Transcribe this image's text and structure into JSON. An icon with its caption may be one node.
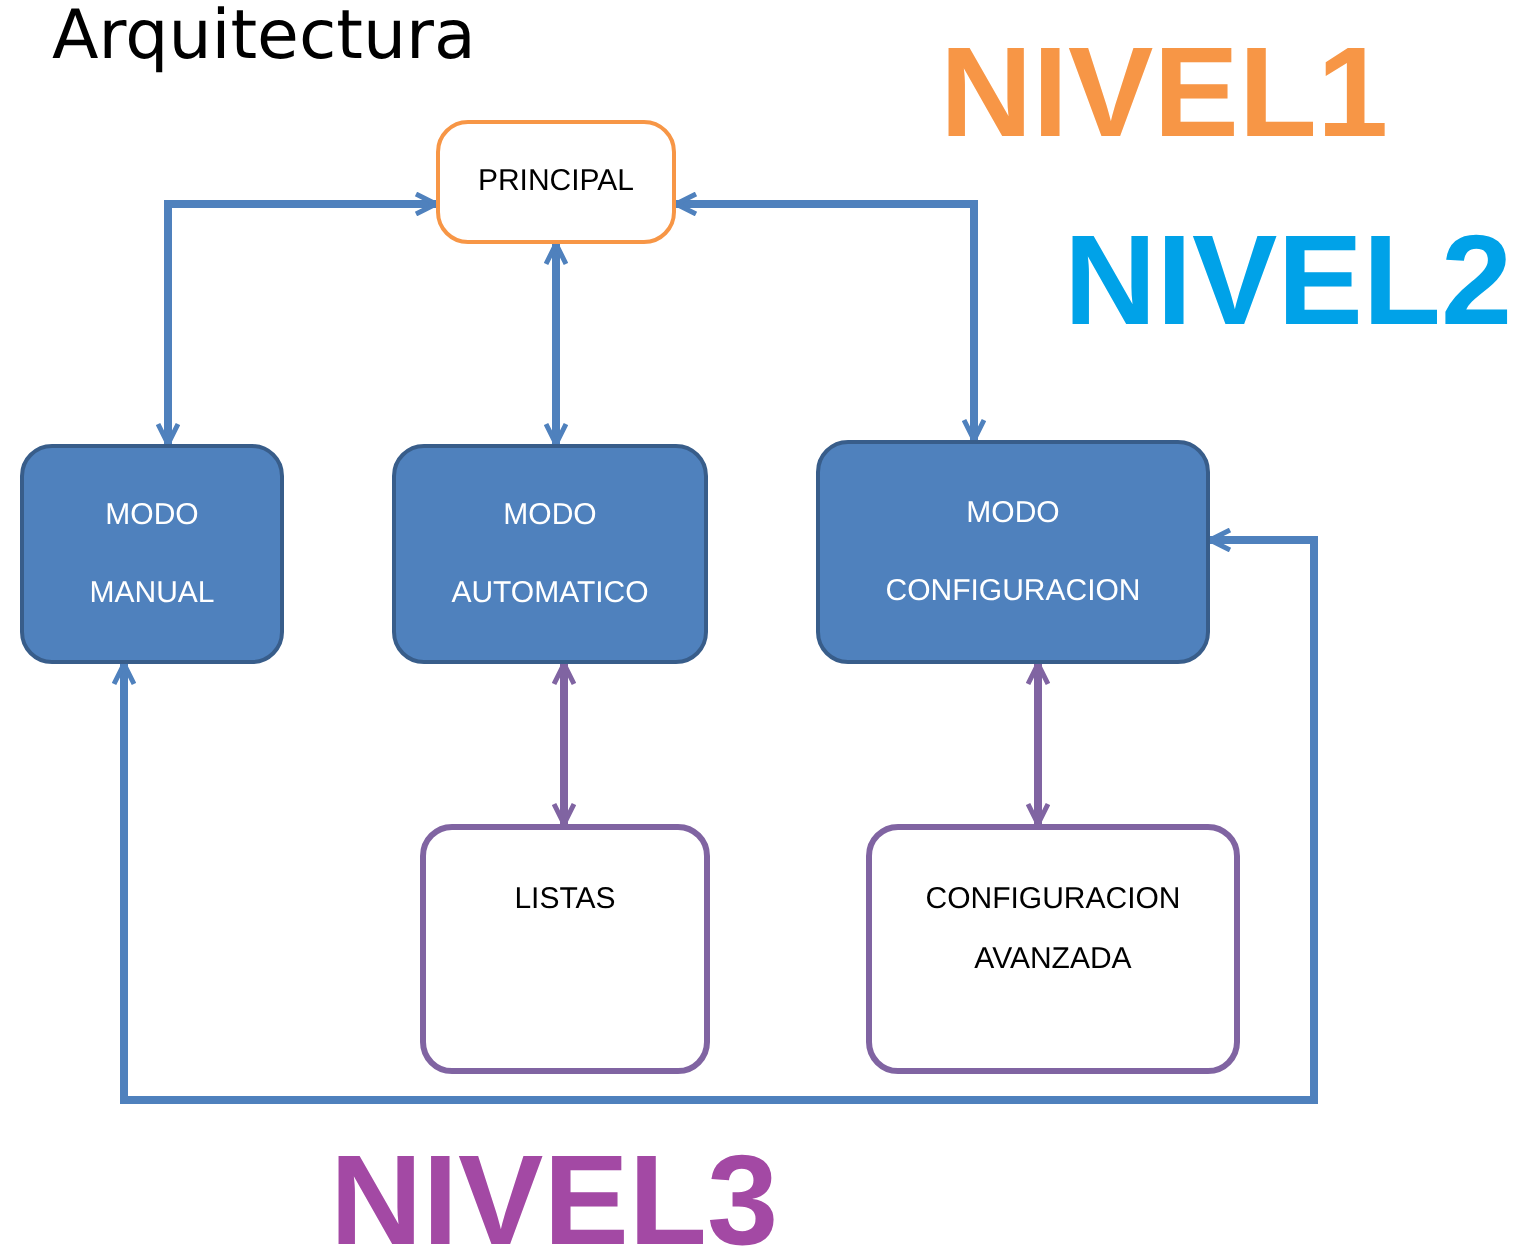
{
  "diagram": {
    "title": "Arquitectura",
    "nodes": [
      {
        "text": [
          "PRINCIPAL"
        ]
      },
      {
        "text": [
          "MODO MANUAL"
        ]
      },
      {
        "text": [
          "MODO AUTOMATICO"
        ]
      },
      {
        "text": [
          "MODO CONFIGURACION"
        ]
      },
      {
        "text": [
          "LISTAS"
        ]
      },
      {
        "text": [
          "CONFIGURACION AVANZADA"
        ]
      }
    ],
    "edges": [
      {
        "from": 0,
        "to": 1,
        "arrow": "both"
      },
      {
        "from": 0,
        "to": 2,
        "arrow": "both"
      },
      {
        "from": 0,
        "to": 3,
        "arrow": "both"
      },
      {
        "from": 2,
        "to": 4,
        "arrow": "both",
        "color": "#8064a2"
      },
      {
        "from": 3,
        "to": 5,
        "arrow": "both",
        "color": "#8064a2"
      },
      {
        "from": 1,
        "to": 3,
        "arrow": "both"
      }
    ],
    "labels": [
      "NIVEL1",
      "NIVEL2",
      "NIVEL3"
    ]
  }
}
